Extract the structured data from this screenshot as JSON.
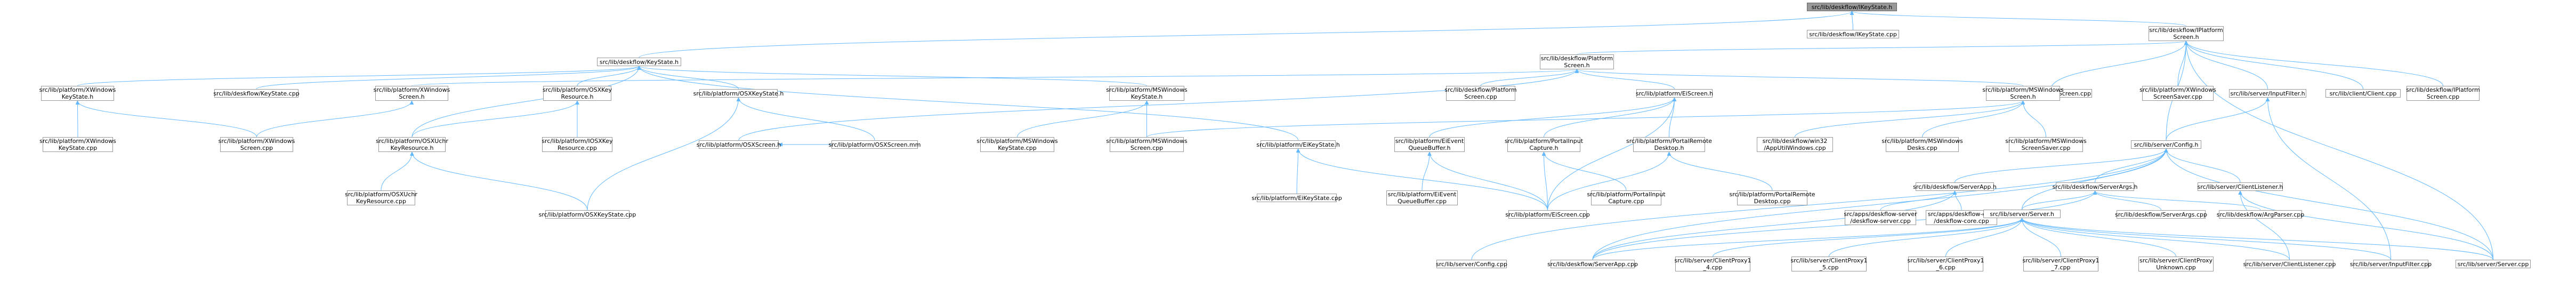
{
  "colors": {
    "edge": "#63b8ff",
    "node_border": "#999999",
    "root_fill": "#999999"
  },
  "nodes": {
    "n0": "src/lib/deskflow/IKeyState.h",
    "n1": "src/lib/deskflow/IKeyState.cpp",
    "n2": "src/lib/deskflow/IPlatform\nScreen.h",
    "n3": "src/lib/deskflow/KeyState.h",
    "n4": "src/lib/deskflow/Platform\nScreen.h",
    "n5": "src/lib/deskflow/Screen.cpp",
    "n6": "src/lib/platform/XWindows\nScreenSaver.cpp",
    "n7": "src/lib/server/InputFilter.h",
    "n8": "src/lib/client/Client.cpp",
    "n9": "src/lib/deskflow/IPlatform\nScreen.cpp",
    "n10": "src/lib/platform/XWindows\nKeyState.h",
    "n11": "src/lib/deskflow/KeyState.cpp",
    "n12": "src/lib/platform/XWindows\nScreen.h",
    "n13": "src/lib/platform/OSXKey\nResource.h",
    "n14": "src/lib/platform/OSXKeyState.h",
    "n15": "src/lib/platform/MSWindows\nKeyState.h",
    "n16": "src/lib/deskflow/Platform\nScreen.cpp",
    "n17": "src/lib/platform/EiScreen.h",
    "n18": "src/lib/platform/MSWindows\nScreen.h",
    "n19": "src/lib/server/Config.h",
    "n20": "src/lib/platform/XWindows\nKeyState.cpp",
    "n21": "src/lib/platform/XWindows\nScreen.cpp",
    "n22": "src/lib/platform/OSXUchr\nKeyResource.h",
    "n23": "src/lib/platform/IOSXKey\nResource.cpp",
    "n24": "src/lib/platform/OSXScreen.h",
    "n25": "src/lib/platform/OSXScreen.mm",
    "n26": "src/lib/platform/MSWindows\nKeyState.cpp",
    "n27": "src/lib/platform/MSWindows\nScreen.cpp",
    "n28": "src/lib/platform/EiKeyState.h",
    "n29": "src/lib/platform/EiEvent\nQueueBuffer.h",
    "n30": "src/lib/platform/PortalInput\nCapture.h",
    "n31": "src/lib/platform/PortalRemote\nDesktop.h",
    "n32": "src/lib/deskflow/win32\n/AppUtilWindows.cpp",
    "n33": "src/lib/platform/MSWindows\nDesks.cpp",
    "n34": "src/lib/platform/MSWindows\nScreenSaver.cpp",
    "n35": "src/lib/deskflow/ServerApp.h",
    "n36": "src/lib/deskflow/ServerArgs.h",
    "n37": "src/lib/server/ClientListener.h",
    "n38": "src/lib/platform/OSXUchr\nKeyResource.cpp",
    "n39": "src/lib/platform/OSXKeyState.cpp",
    "n40": "src/lib/platform/EiKeyState.cpp",
    "n41": "src/lib/platform/EiScreen.cpp",
    "n42": "src/lib/platform/EiEvent\nQueueBuffer.cpp",
    "n43": "src/lib/platform/PortalInput\nCapture.cpp",
    "n44": "src/lib/platform/PortalRemote\nDesktop.cpp",
    "n45": "src/apps/deskflow-server\n/deskflow-server.cpp",
    "n46": "src/apps/deskflow-core\n/deskflow-core.cpp",
    "n47": "src/lib/server/Server.h",
    "n48": "src/lib/deskflow/ServerArgs.cpp",
    "n49": "src/lib/deskflow/ArgParser.cpp",
    "n50": "src/lib/server/Config.cpp",
    "n51": "src/lib/deskflow/ServerApp.cpp",
    "n52": "src/lib/server/ClientProxy1\n_4.cpp",
    "n53": "src/lib/server/ClientProxy1\n_5.cpp",
    "n54": "src/lib/server/ClientProxy1\n_6.cpp",
    "n55": "src/lib/server/ClientProxy1\n_7.cpp",
    "n56": "src/lib/server/ClientProxy\nUnknown.cpp",
    "n57": "src/lib/server/ClientListener.cpp",
    "n58": "src/lib/server/InputFilter.cpp",
    "n59": "src/lib/server/Server.cpp"
  }
}
